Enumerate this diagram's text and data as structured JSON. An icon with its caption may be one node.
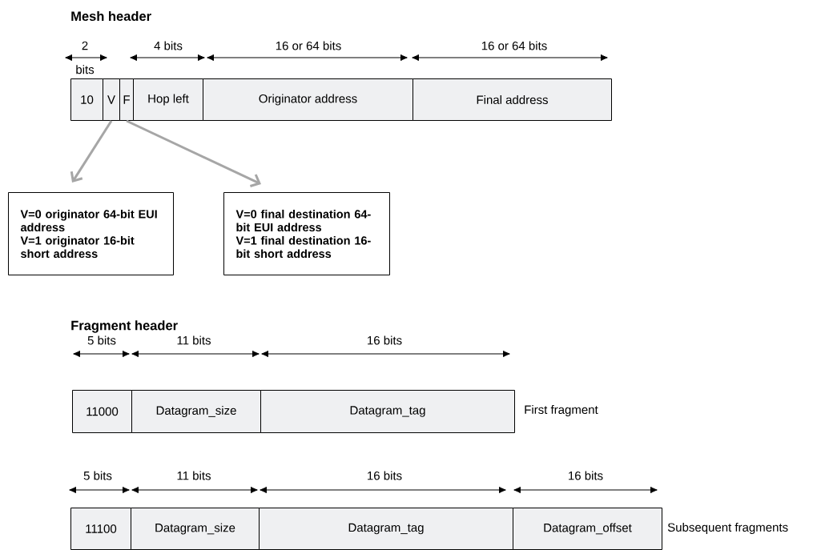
{
  "diagram": {
    "nodes": [
      {
        "text": [
          "10"
        ]
      },
      {
        "text": [
          "V"
        ]
      },
      {
        "text": [
          "F"
        ]
      },
      {
        "text": [
          "Hop left"
        ]
      },
      {
        "text": [
          "Originator address"
        ]
      },
      {
        "text": [
          "Final address"
        ]
      },
      {
        "text": [
          "V=0 originator 64-bit EUI address",
          "V=1 originator 16-bit short address"
        ]
      },
      {
        "text": [
          "V=0 final destination 64-bit EUI address",
          "V=1 final destination 16-bit short address"
        ]
      },
      {
        "text": [
          "11000"
        ]
      },
      {
        "text": [
          "Datagram_size"
        ]
      },
      {
        "text": [
          "Datagram_tag"
        ],
        "beside": [
          "First fragment"
        ]
      },
      {
        "text": [
          "11100"
        ]
      },
      {
        "text": [
          "Datagram_size"
        ]
      },
      {
        "text": [
          "Datagram_tag"
        ]
      },
      {
        "text": [
          "Datagram_offset"
        ],
        "beside": [
          "Subsequent fragments"
        ]
      }
    ],
    "edges": [
      {
        "from": 1,
        "to": 6,
        "arrow": "to"
      },
      {
        "from": 2,
        "to": 7,
        "arrow": "to"
      }
    ],
    "labels": [
      "Mesh header",
      "2 bits",
      "4 bits",
      "16 or 64 bits",
      "16 or 64 bits",
      "Fragment header",
      "5 bits",
      "11 bits",
      "16 bits",
      "5 bits",
      "11 bits",
      "16 bits",
      "16 bits"
    ]
  }
}
